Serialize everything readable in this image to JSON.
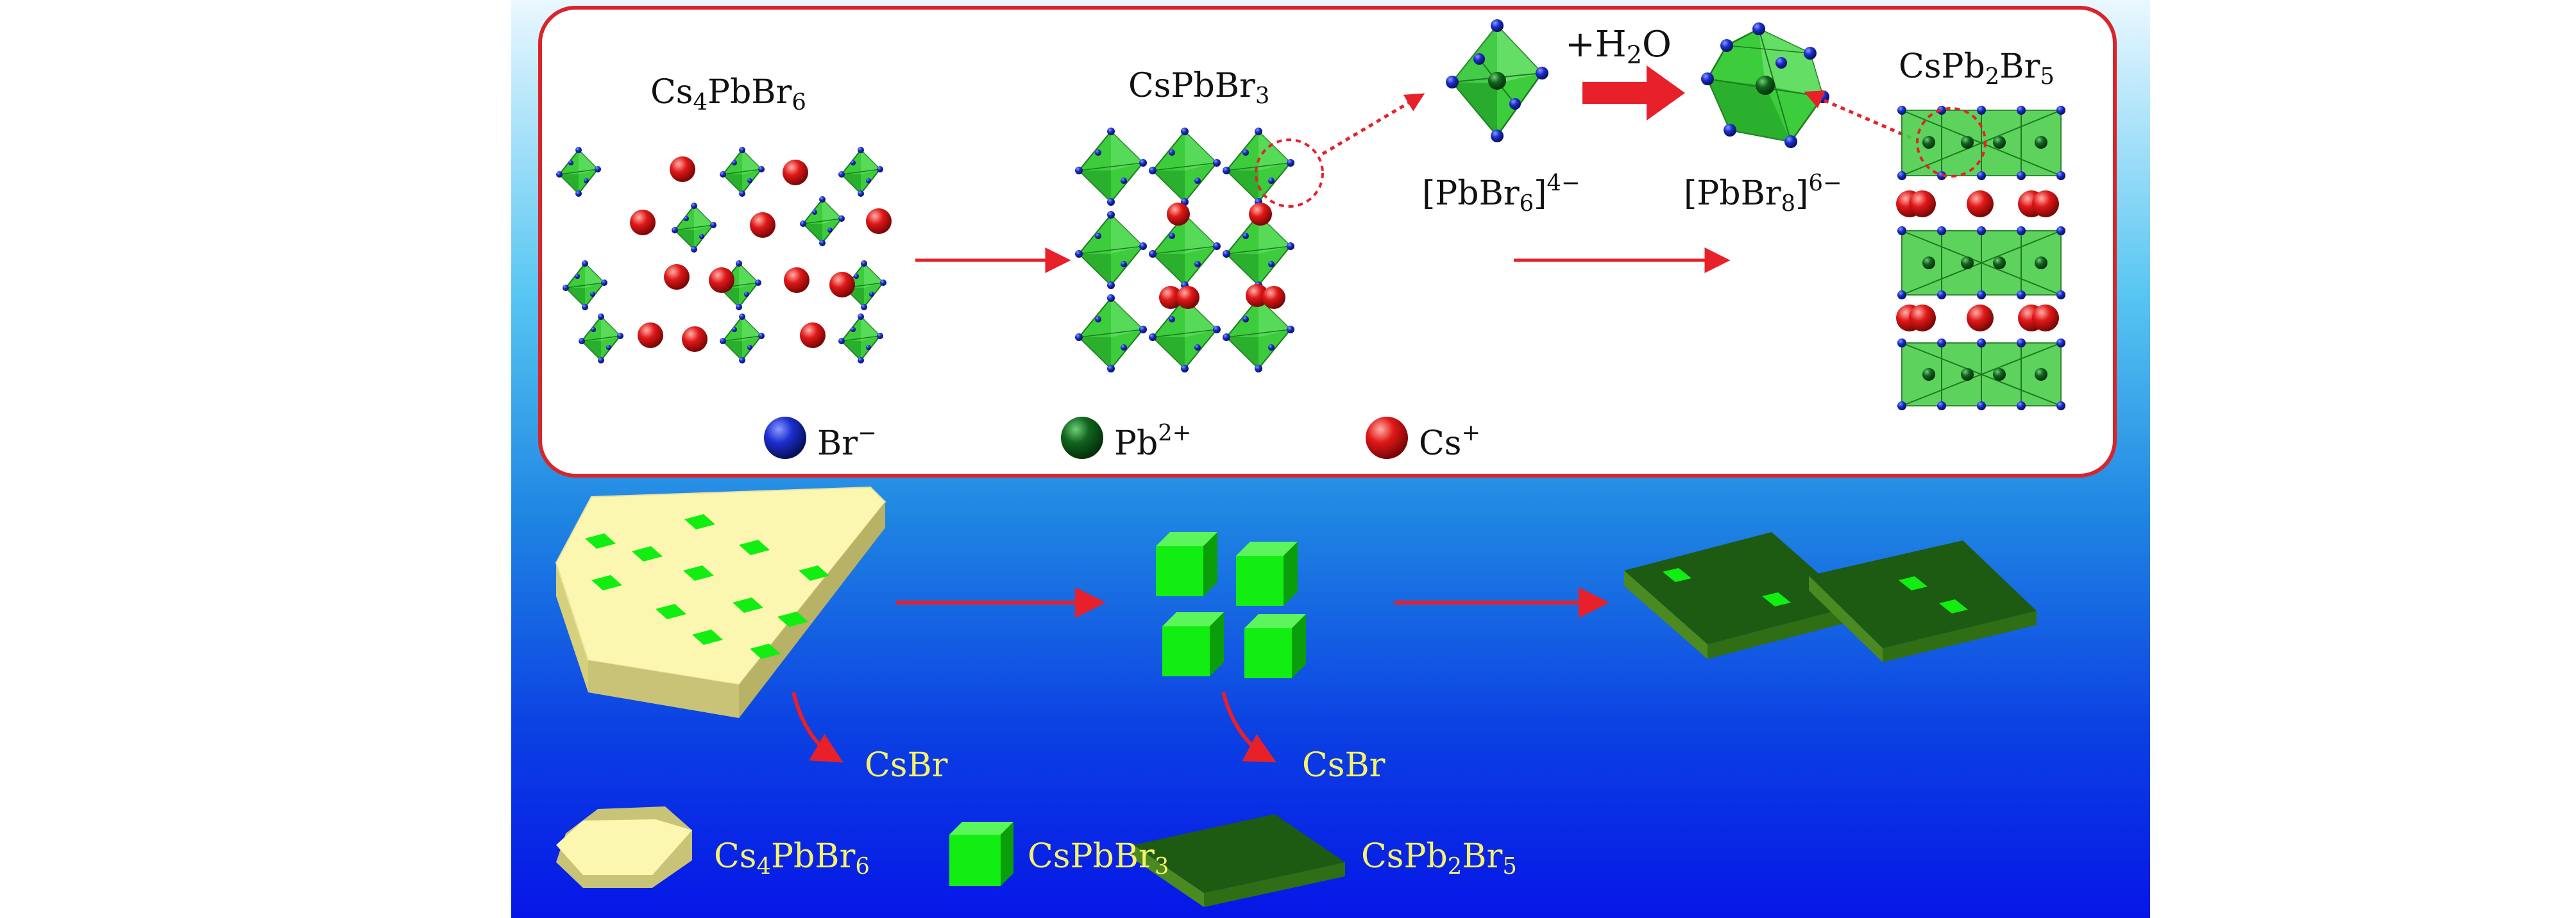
{
  "top_panel": {
    "cs4pbbr6_title": {
      "a": "Cs",
      "a_sub": "4",
      "b": "PbBr",
      "b_sub": "6"
    },
    "cspbbr3_title": {
      "a": "CsPbBr",
      "a_sub": "3"
    },
    "cspb2br5_title": {
      "a": "CsPb",
      "a_sub": "2",
      "b": "Br",
      "b_sub": "5"
    },
    "water_label": {
      "a": "+H",
      "a_sub": "2",
      "b": "O"
    },
    "pbbr6_ion": {
      "a": "[PbBr",
      "a_sub": "6",
      "b": "]",
      "b_sup": "4−"
    },
    "pbbr8_ion": {
      "a": "[PbBr",
      "a_sub": "8",
      "b": "]",
      "b_sup": "6−"
    },
    "legend": [
      {
        "ion": "Br",
        "charge": "−",
        "color": "#1626c8"
      },
      {
        "ion": "Pb",
        "charge": "2+",
        "color": "#0e5a1a"
      },
      {
        "ion": "Cs",
        "charge": "+",
        "color": "#e01818"
      }
    ]
  },
  "bottom_panel": {
    "byproduct_1": "CsBr",
    "byproduct_2": "CsBr",
    "legend": [
      {
        "a": "Cs",
        "a_sub": "4",
        "b": "PbBr",
        "b_sub": "6",
        "color": "#fbf6b0"
      },
      {
        "a": "CsPbBr",
        "a_sub": "3",
        "b": "",
        "b_sub": "",
        "color": "#12ee12"
      },
      {
        "a": "CsPb",
        "a_sub": "2",
        "b": "Br",
        "b_sub": "5",
        "color": "#1d5a12"
      }
    ]
  },
  "colors": {
    "arrow": "#e8202a",
    "frame_border": "#d8252a",
    "octahedron": "#3ccc3c",
    "label_yellow": "#f6f26a"
  }
}
